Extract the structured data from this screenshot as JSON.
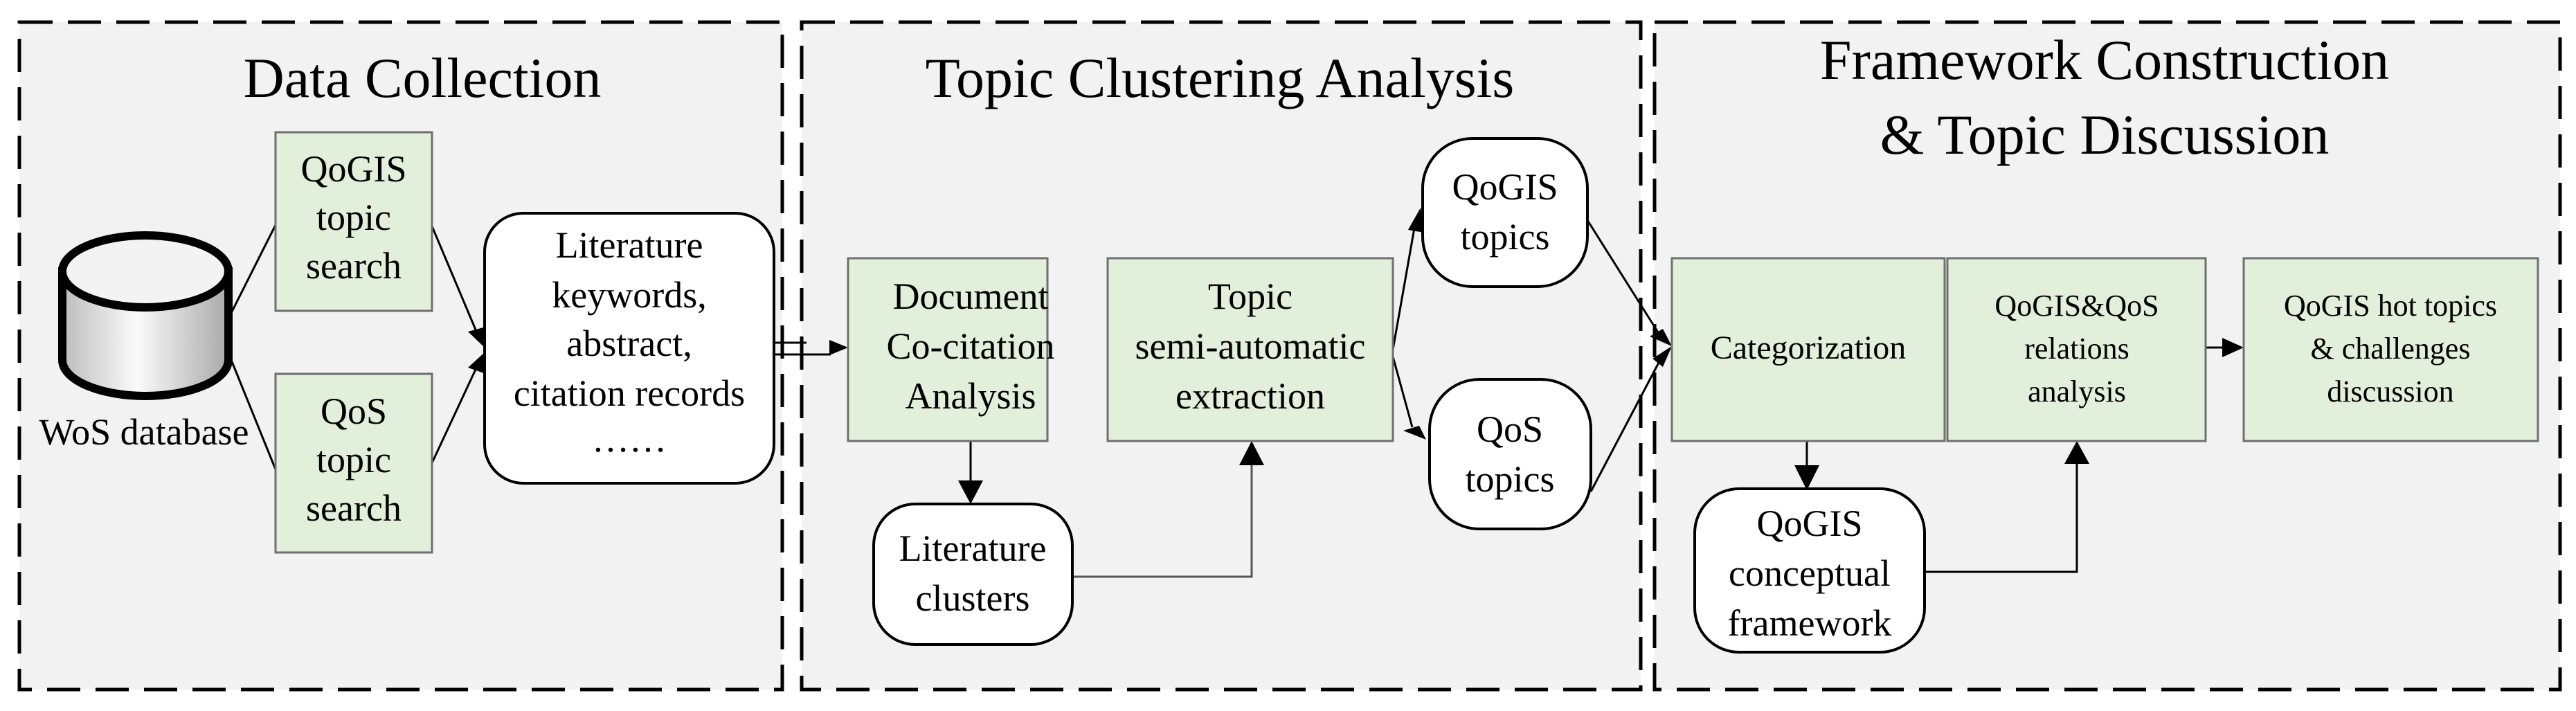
{
  "panels": {
    "collection": {
      "title": "Data Collection"
    },
    "clustering": {
      "title": "Topic Clustering Analysis"
    },
    "framework": {
      "title_line1": "Framework Construction",
      "title_line2": "& Topic Discussion"
    }
  },
  "nodes": {
    "wos": {
      "label": "WoS database"
    },
    "qogis_search": {
      "lines": [
        "QoGIS",
        "topic",
        "search"
      ]
    },
    "qos_search": {
      "lines": [
        "QoS",
        "topic",
        "search"
      ]
    },
    "literature": {
      "lines": [
        "Literature",
        "keywords,",
        "abstract,",
        "citation records",
        "……"
      ]
    },
    "cocitation": {
      "lines": [
        "Document",
        "Co-citation",
        "Analysis"
      ]
    },
    "extraction": {
      "lines": [
        "Topic",
        "semi-automatic",
        "extraction"
      ]
    },
    "lit_clusters": {
      "lines": [
        "Literature",
        "clusters"
      ]
    },
    "qogis_topics": {
      "lines": [
        "QoGIS",
        "topics"
      ]
    },
    "qos_topics": {
      "lines": [
        "QoS",
        "topics"
      ]
    },
    "categorization": {
      "lines": [
        "Categorization"
      ]
    },
    "relations": {
      "lines": [
        "QoGIS&QoS",
        "relations",
        "analysis"
      ]
    },
    "hot_topics": {
      "lines": [
        "QoGIS hot topics",
        "& challenges",
        "discussion"
      ]
    },
    "conceptual": {
      "lines": [
        "QoGIS",
        "conceptual",
        "framework"
      ]
    }
  }
}
